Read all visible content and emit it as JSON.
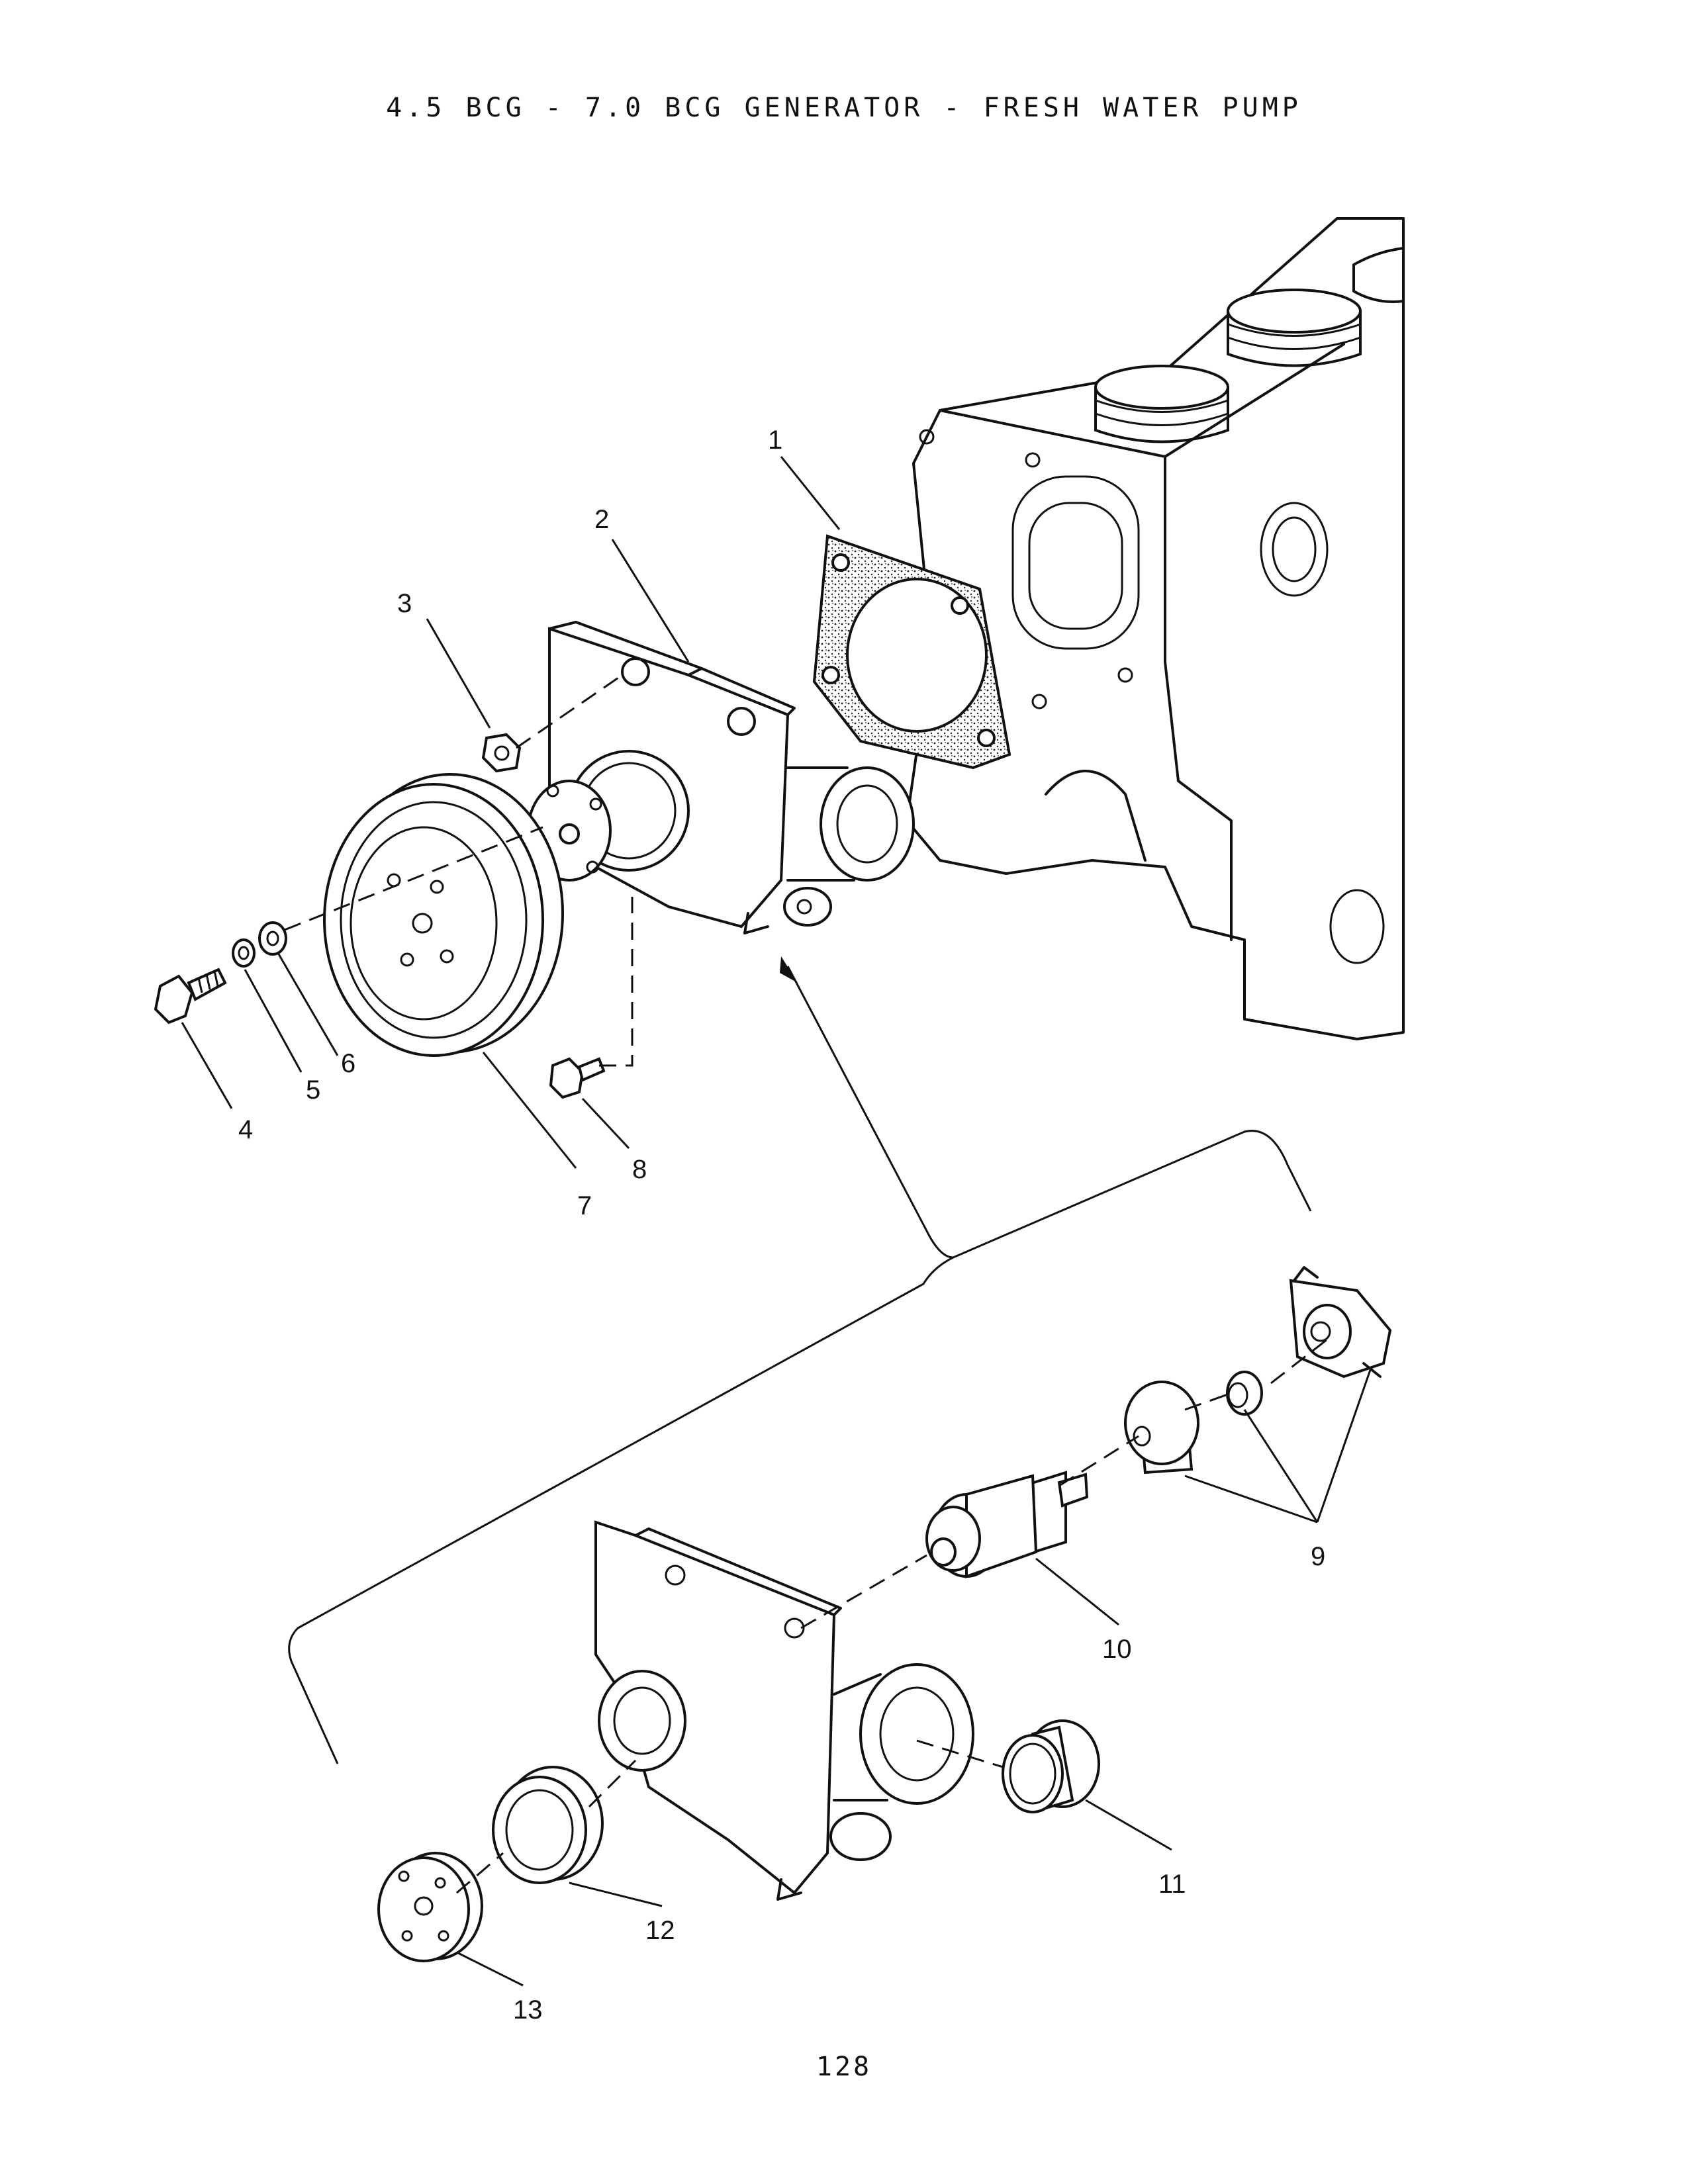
{
  "title": "4.5 BCG - 7.0 BCG GENERATOR - FRESH WATER PUMP",
  "page_number": "128",
  "callouts": [
    "1",
    "2",
    "3",
    "4",
    "5",
    "6",
    "7",
    "8",
    "9",
    "10",
    "11",
    "12",
    "13"
  ]
}
